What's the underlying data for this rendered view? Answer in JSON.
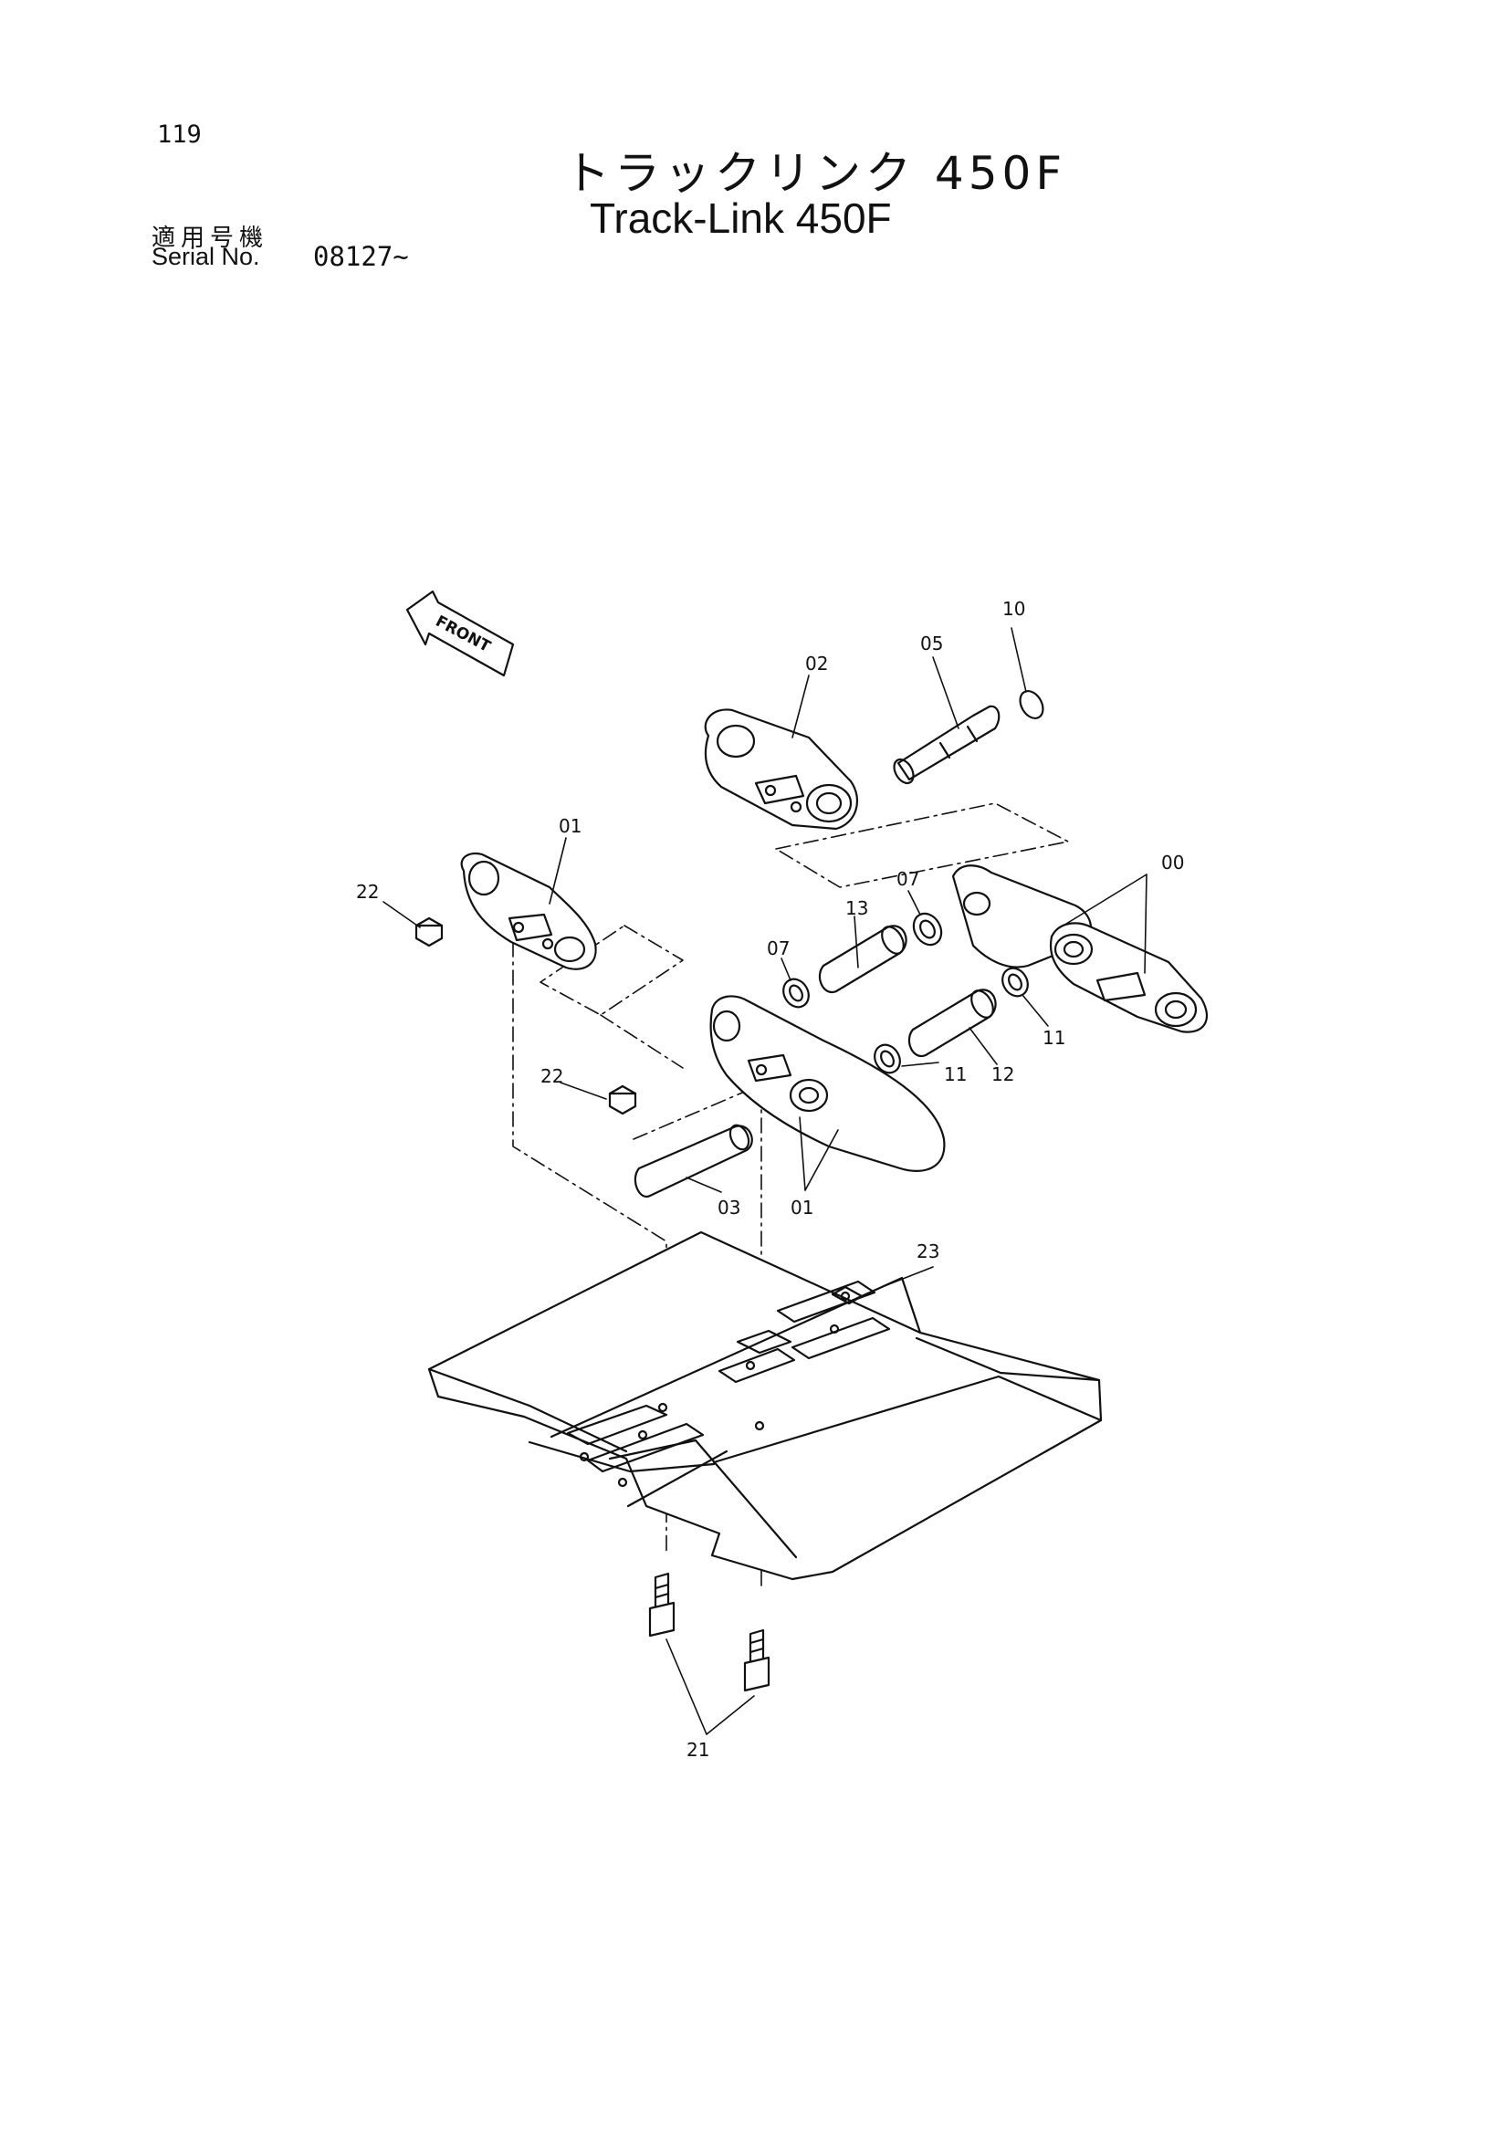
{
  "header": {
    "page_number": "119",
    "title_jp": "トラックリンク 450F",
    "title_en": "Track-Link 450F",
    "serial_label_jp": "適用号機",
    "serial_label_en": "Serial No.",
    "serial_value": "08127~"
  },
  "diagram": {
    "front_label": "FRONT",
    "parts": {
      "p00": "00",
      "p01a": "01",
      "p01b": "01",
      "p02": "02",
      "p03": "03",
      "p05": "05",
      "p07a": "07",
      "p07b": "07",
      "p10": "10",
      "p11a": "11",
      "p11b": "11",
      "p12": "12",
      "p13": "13",
      "p21": "21",
      "p22a": "22",
      "p22b": "22",
      "p23": "23"
    }
  }
}
